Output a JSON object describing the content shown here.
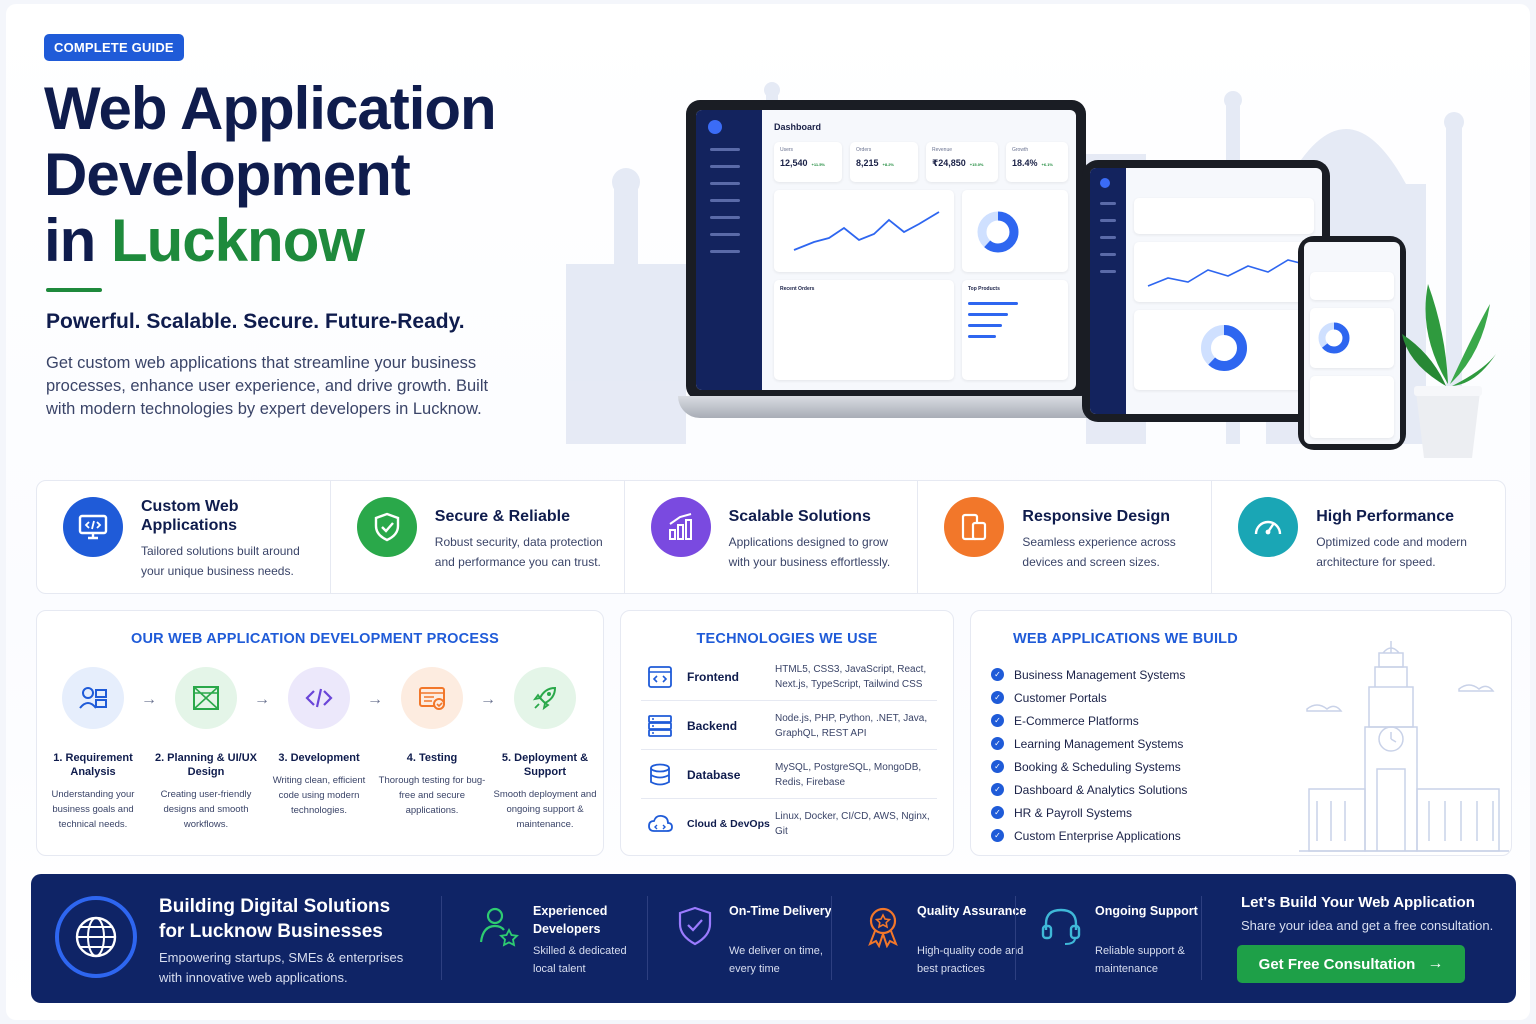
{
  "hero": {
    "badge": "COMPLETE GUIDE",
    "title_line1": "Web Application",
    "title_line2": "Development",
    "title_line3_prefix": "in ",
    "title_line3_accent": "Lucknow",
    "tagline": "Powerful. Scalable. Secure. Future-Ready.",
    "description": "Get custom web applications that streamline your business processes, enhance user experience, and drive growth. Built with modern technologies by expert developers in Lucknow."
  },
  "mockup": {
    "dashboard_title": "Dashboard",
    "kpis": [
      {
        "label": "Users",
        "value": "12,540",
        "growth": "+11.5%"
      },
      {
        "label": "Orders",
        "value": "8,215",
        "growth": "+8.2%"
      },
      {
        "label": "Revenue",
        "value": "₹24,850",
        "growth": "+15.0%"
      },
      {
        "label": "Growth",
        "value": "18.4%",
        "growth": "+6.1%"
      }
    ],
    "recent_orders_label": "Recent Orders",
    "top_products_label": "Top Products"
  },
  "features": [
    {
      "title": "Custom Web Applications",
      "desc": "Tailored solutions built around your unique business needs.",
      "icon": "monitor-code-icon",
      "color": "#1f5bd8"
    },
    {
      "title": "Secure & Reliable",
      "desc": "Robust security, data protection and performance you can trust.",
      "icon": "shield-check-icon",
      "color": "#2aa84a"
    },
    {
      "title": "Scalable Solutions",
      "desc": "Applications designed to grow with your business effortlessly.",
      "icon": "growth-chart-icon",
      "color": "#7a4ae0"
    },
    {
      "title": "Responsive Design",
      "desc": "Seamless experience across devices and screen sizes.",
      "icon": "devices-icon",
      "color": "#f2772a"
    },
    {
      "title": "High Performance",
      "desc": "Optimized code and modern architecture for speed.",
      "icon": "speedometer-icon",
      "color": "#1aa6b5"
    }
  ],
  "process": {
    "title": "OUR WEB APPLICATION DEVELOPMENT PROCESS",
    "steps": [
      {
        "title": "1. Requirement Analysis",
        "desc": "Understanding your business goals and technical needs."
      },
      {
        "title": "2. Planning & UI/UX Design",
        "desc": "Creating user-friendly designs and smooth workflows."
      },
      {
        "title": "3. Development",
        "desc": "Writing clean, efficient code using modern technologies."
      },
      {
        "title": "4. Testing",
        "desc": "Thorough testing for bug-free and secure applications."
      },
      {
        "title": "5. Deployment & Support",
        "desc": "Smooth deployment and ongoing support & maintenance."
      }
    ],
    "arrow": "→"
  },
  "technologies": {
    "title": "TECHNOLOGIES WE USE",
    "rows": [
      {
        "name": "Frontend",
        "list": "HTML5, CSS3, JavaScript, React, Next.js, TypeScript, Tailwind CSS"
      },
      {
        "name": "Backend",
        "list": "Node.js, PHP, Python, .NET, Java, GraphQL, REST API"
      },
      {
        "name": "Database",
        "list": "MySQL, PostgreSQL, MongoDB, Redis, Firebase"
      },
      {
        "name": "Cloud & DevOps",
        "list": "Linux, Docker, CI/CD, AWS, Nginx, Git"
      }
    ]
  },
  "apps": {
    "title": "WEB APPLICATIONS WE BUILD",
    "items": [
      "Business Management Systems",
      "Customer Portals",
      "E-Commerce Platforms",
      "Learning Management Systems",
      "Booking & Scheduling Systems",
      "Dashboard & Analytics Solutions",
      "HR & Payroll Systems",
      "Custom Enterprise Applications"
    ]
  },
  "banner": {
    "title": "Building Digital Solutions for Lucknow Businesses",
    "subtitle": "Empowering startups, SMEs & enterprises with innovative web applications.",
    "features": [
      {
        "title": "Experienced Developers",
        "desc": "Skilled & dedicated local talent"
      },
      {
        "title": "On-Time Delivery",
        "desc": "We deliver on time, every time"
      },
      {
        "title": "Quality Assurance",
        "desc": "High-quality code and best practices"
      },
      {
        "title": "Ongoing Support",
        "desc": "Reliable support & maintenance"
      }
    ],
    "cta_title": "Let's Build Your Web Application",
    "cta_sub": "Share your idea and get a free consultation.",
    "cta_button": "Get Free Consultation",
    "cta_arrow": "→"
  }
}
